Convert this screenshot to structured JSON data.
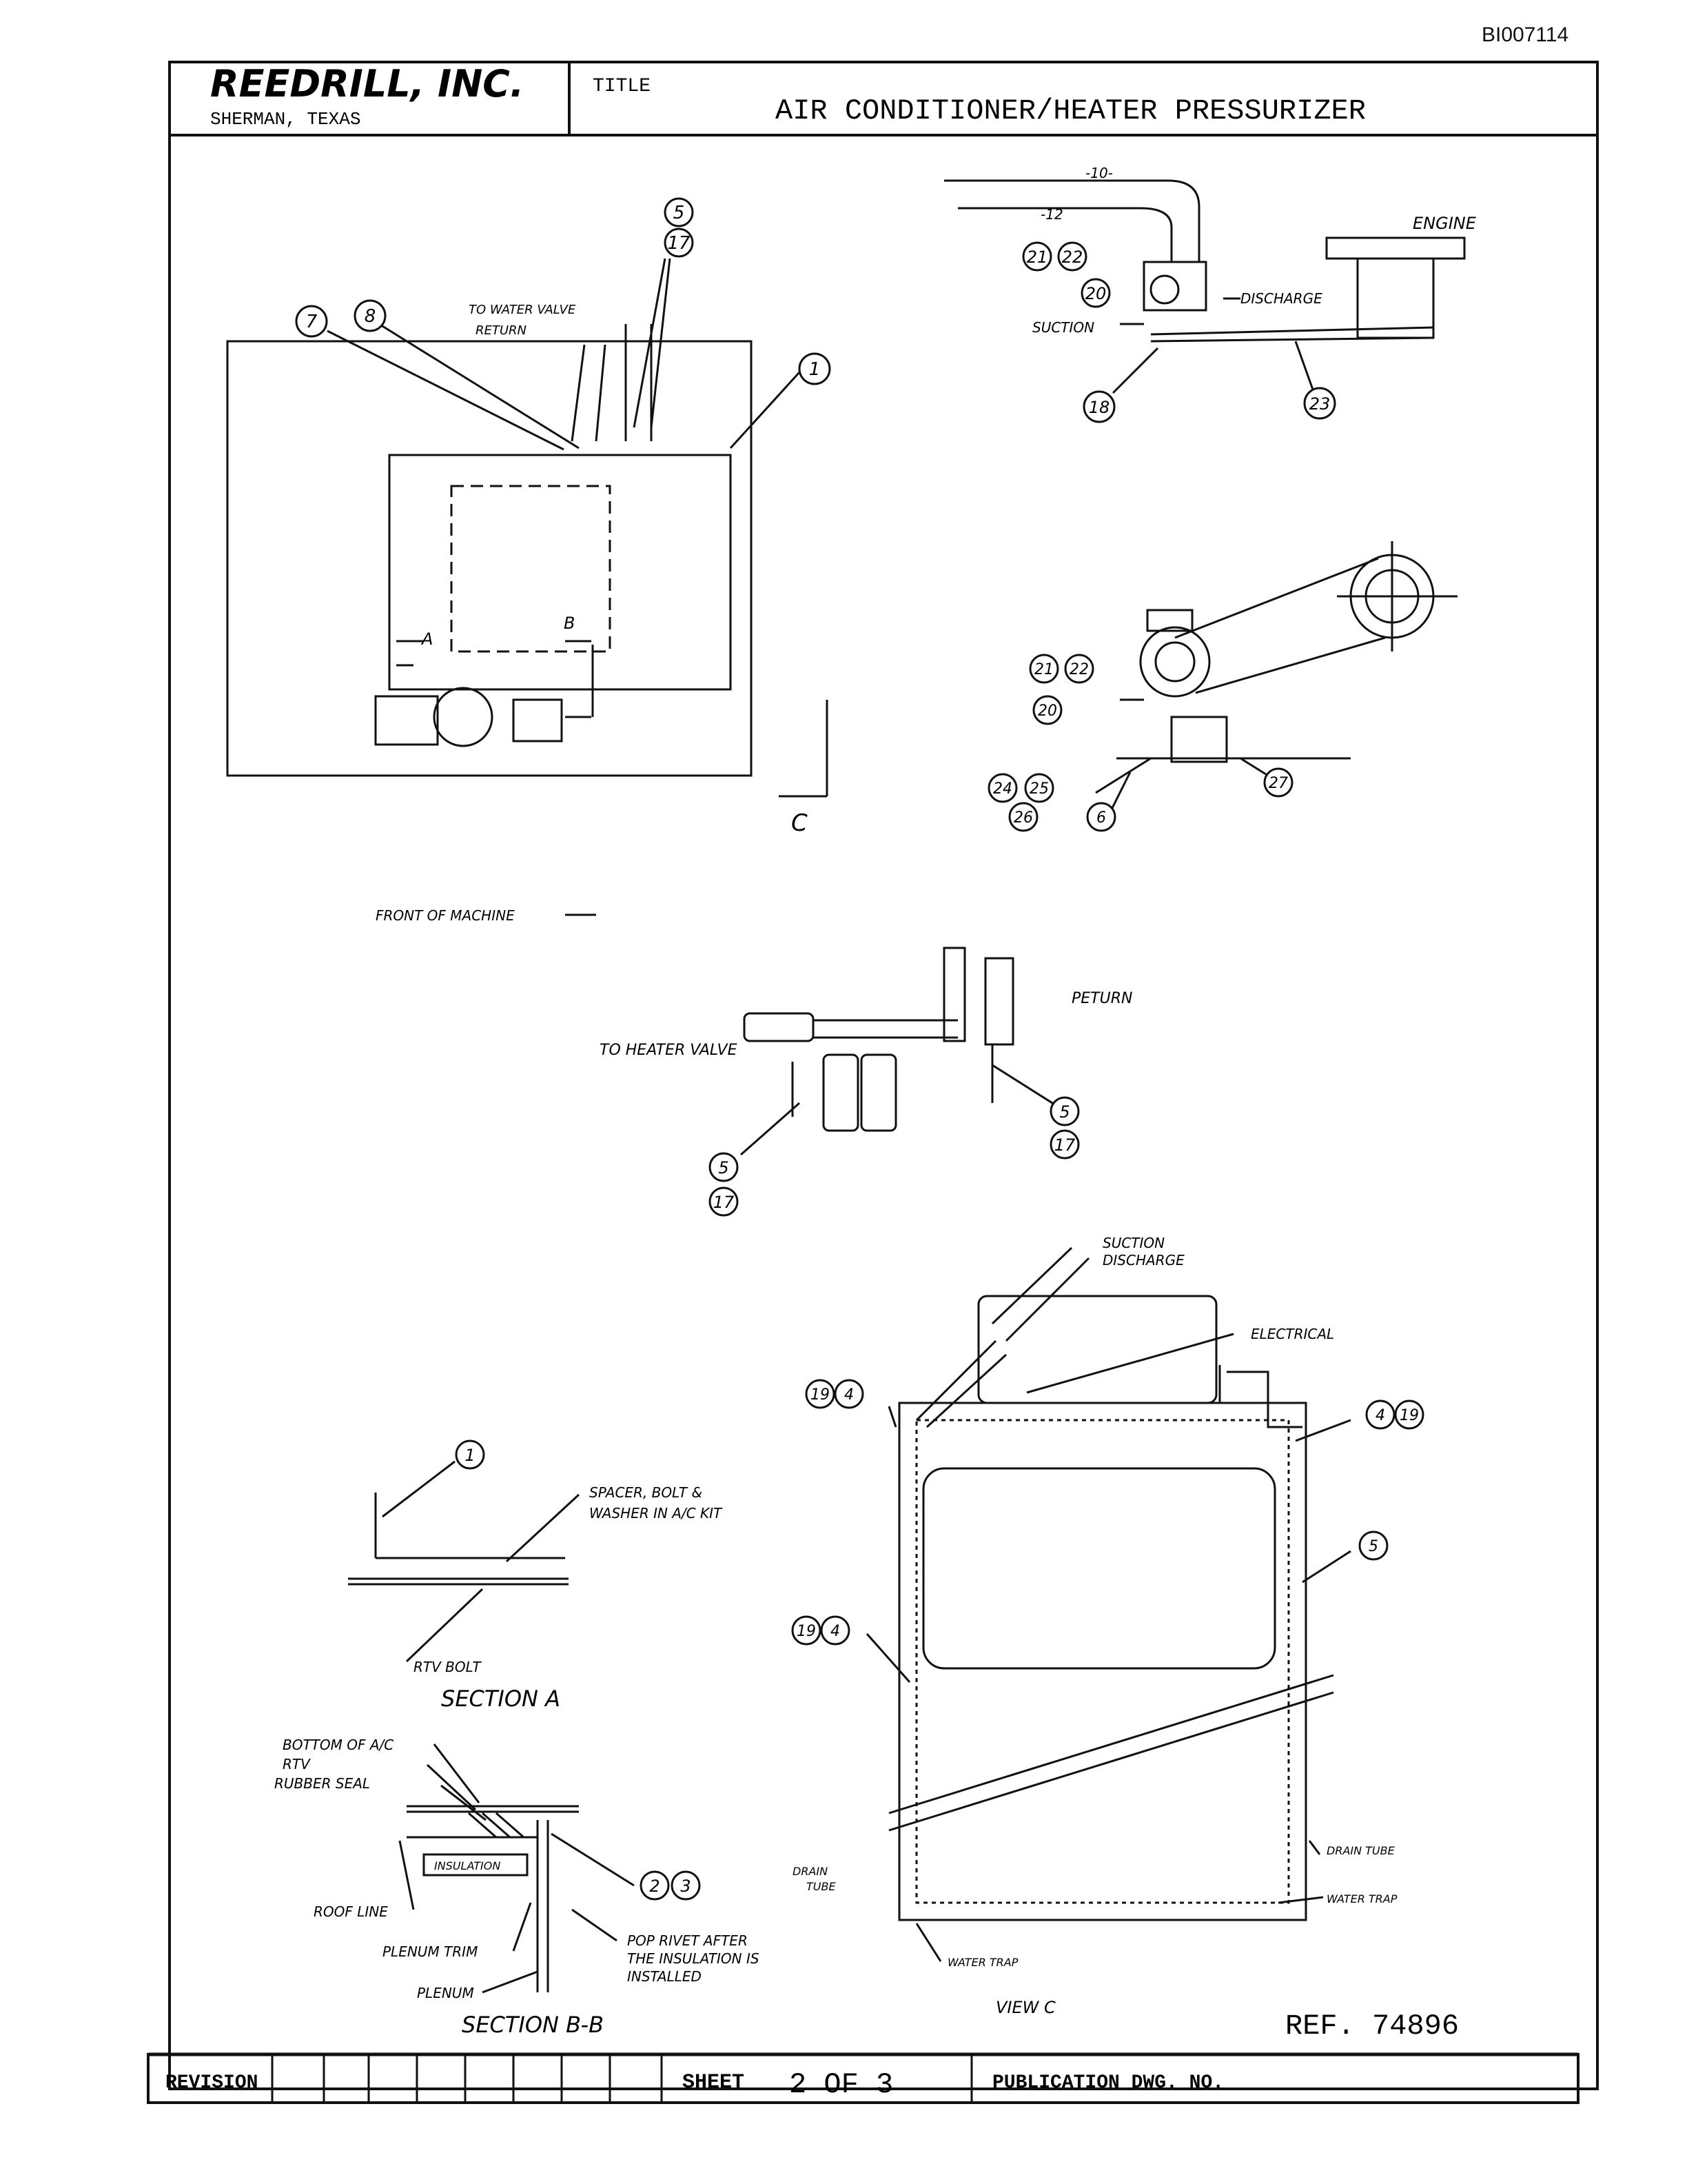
{
  "doc_id": "BI007114",
  "title_block": {
    "company": "REEDRILL, INC.",
    "location": "SHERMAN, TEXAS",
    "title_label": "TITLE",
    "title": "AIR CONDITIONER/HEATER PRESSURIZER"
  },
  "footer": {
    "revision_label": "REVISION",
    "sheet_label": "SHEET",
    "sheet_value": "2 OF 3",
    "publication_label": "PUBLICATION DWG. NO.",
    "ref": "REF. 74896"
  },
  "top_left": {
    "to_water_valve": "TO WATER VALVE",
    "return": "RETURN",
    "callouts": [
      "5",
      "17",
      "7",
      "8",
      "1"
    ],
    "section_a": "A",
    "section_b": "B",
    "view_c": "C",
    "front_of_machine": "FRONT OF MACHINE"
  },
  "top_right": {
    "dim_10": "-10-",
    "dim_12": "-12",
    "engine": "ENGINE",
    "discharge": "DISCHARGE",
    "suction": "SUCTION",
    "callouts": [
      "21",
      "22",
      "20",
      "18",
      "23"
    ]
  },
  "mid_right": {
    "callouts": [
      "21",
      "22",
      "20",
      "24",
      "25",
      "26",
      "6",
      "27"
    ]
  },
  "heater": {
    "return": "PETURN",
    "to_heater_valve": "TO HEATER VALVE",
    "callouts": [
      "5",
      "17",
      "5",
      "17"
    ]
  },
  "section_a": {
    "spacer": "SPACER, BOLT &",
    "washer": "WASHER IN A/C KIT",
    "rtv_bolt": "RTV BOLT",
    "caption": "SECTION A",
    "callout": "1"
  },
  "section_bb": {
    "bottom": "BOTTOM OF A/C",
    "rtv": "RTV",
    "rubber_seal": "RUBBER SEAL",
    "insulation": "INSULATION",
    "roof_line": "ROOF LINE",
    "plenum_trim": "PLENUM TRIM",
    "plenum": "PLENUM",
    "pop_rivet_1": "POP RIVET AFTER",
    "pop_rivet_2": "THE INSULATION IS",
    "pop_rivet_3": "INSTALLED",
    "caption": "SECTION B-B",
    "callouts": [
      "2",
      "3"
    ]
  },
  "view_c": {
    "suction": "SUCTION",
    "discharge": "DISCHARGE",
    "electrical": "ELECTRICAL",
    "drain_tube_left_1": "DRAIN",
    "drain_tube_left_2": "TUBE",
    "drain_tube_right": "DRAIN TUBE",
    "water_trap_right": "WATER TRAP",
    "water_trap_bottom": "WATER TRAP",
    "caption": "VIEW C",
    "callouts": [
      "19",
      "4",
      "4",
      "19",
      "5",
      "19",
      "4"
    ]
  }
}
